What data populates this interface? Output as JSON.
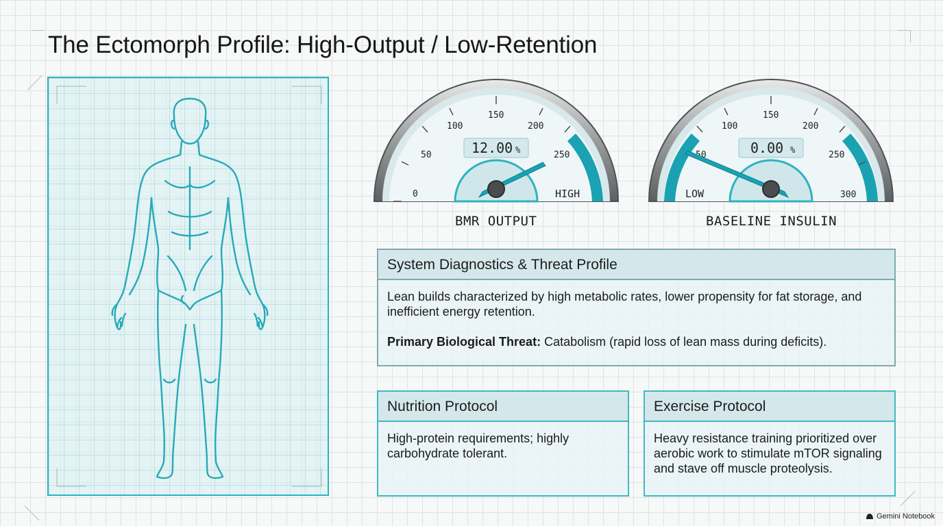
{
  "title": "The Ectomorph Profile: High-Output / Low-Retention",
  "gauges": [
    {
      "name": "BMR OUTPUT",
      "readout_value": "12.00",
      "readout_unit": "%",
      "ticks": [
        "0",
        "50",
        "100",
        "150",
        "200",
        "250"
      ],
      "end_label": "HIGH",
      "needle_level": "high"
    },
    {
      "name": "BASELINE INSULIN",
      "readout_value": "0.00",
      "readout_unit": "%",
      "ticks": [
        "50",
        "100",
        "150",
        "200",
        "250",
        "300"
      ],
      "start_label": "LOW",
      "needle_level": "low"
    }
  ],
  "diagnostics": {
    "header": "System Diagnostics & Threat Profile",
    "body": "Lean builds characterized by high metabolic rates, lower propensity for fat storage, and inefficient energy retention.",
    "threat_label": "Primary Biological Threat:",
    "threat_text": " Catabolism (rapid loss of lean mass during deficits)."
  },
  "nutrition": {
    "header": "Nutrition Protocol",
    "body": "High-protein requirements; highly carbohydrate tolerant."
  },
  "exercise": {
    "header": "Exercise Protocol",
    "body": "Heavy resistance training prioritized over aerobic work to stimulate mTOR signaling and stave off muscle proteolysis."
  },
  "brand": "Gemini Notebook",
  "colors": {
    "accent": "#2bb3c0",
    "teal_dark": "#1596a6",
    "panel_border": "#42b8c2"
  }
}
